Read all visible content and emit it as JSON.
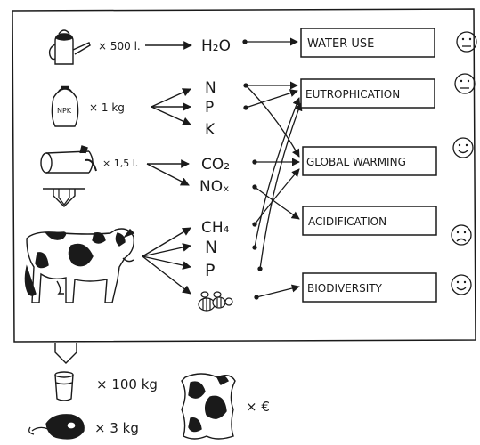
{
  "inputs": {
    "water_qty": "× 500 l.",
    "fertilizer_label": "NPK",
    "fertilizer_qty": "× 1 kg",
    "fuel_qty": "× 1,5 l."
  },
  "emissions": {
    "h2o": "H₂O",
    "n_fert": "N",
    "p_fert": "P",
    "k_fert": "K",
    "co2": "CO₂",
    "nox": "NOₓ",
    "ch4": "CH₄",
    "n_cow": "N",
    "p_cow": "P"
  },
  "impacts": {
    "water_use": "WATER USE",
    "eutrophication": "EUTROPHICATION",
    "global_warming": "GLOBAL WARMING",
    "acidification": "ACIDIFICATION",
    "biodiversity": "BIODIVERSITY"
  },
  "impact_moods": {
    "water_use": "neutral",
    "eutrophication": "neutral",
    "global_warming": "happy",
    "acidification": "sad",
    "biodiversity": "happy"
  },
  "outputs": {
    "milk_qty": "× 100 kg",
    "meat_qty": "× 3 kg",
    "hide_value": "× €"
  },
  "colors": {
    "ink": "#1a1a1a",
    "paper": "#ffffff"
  }
}
